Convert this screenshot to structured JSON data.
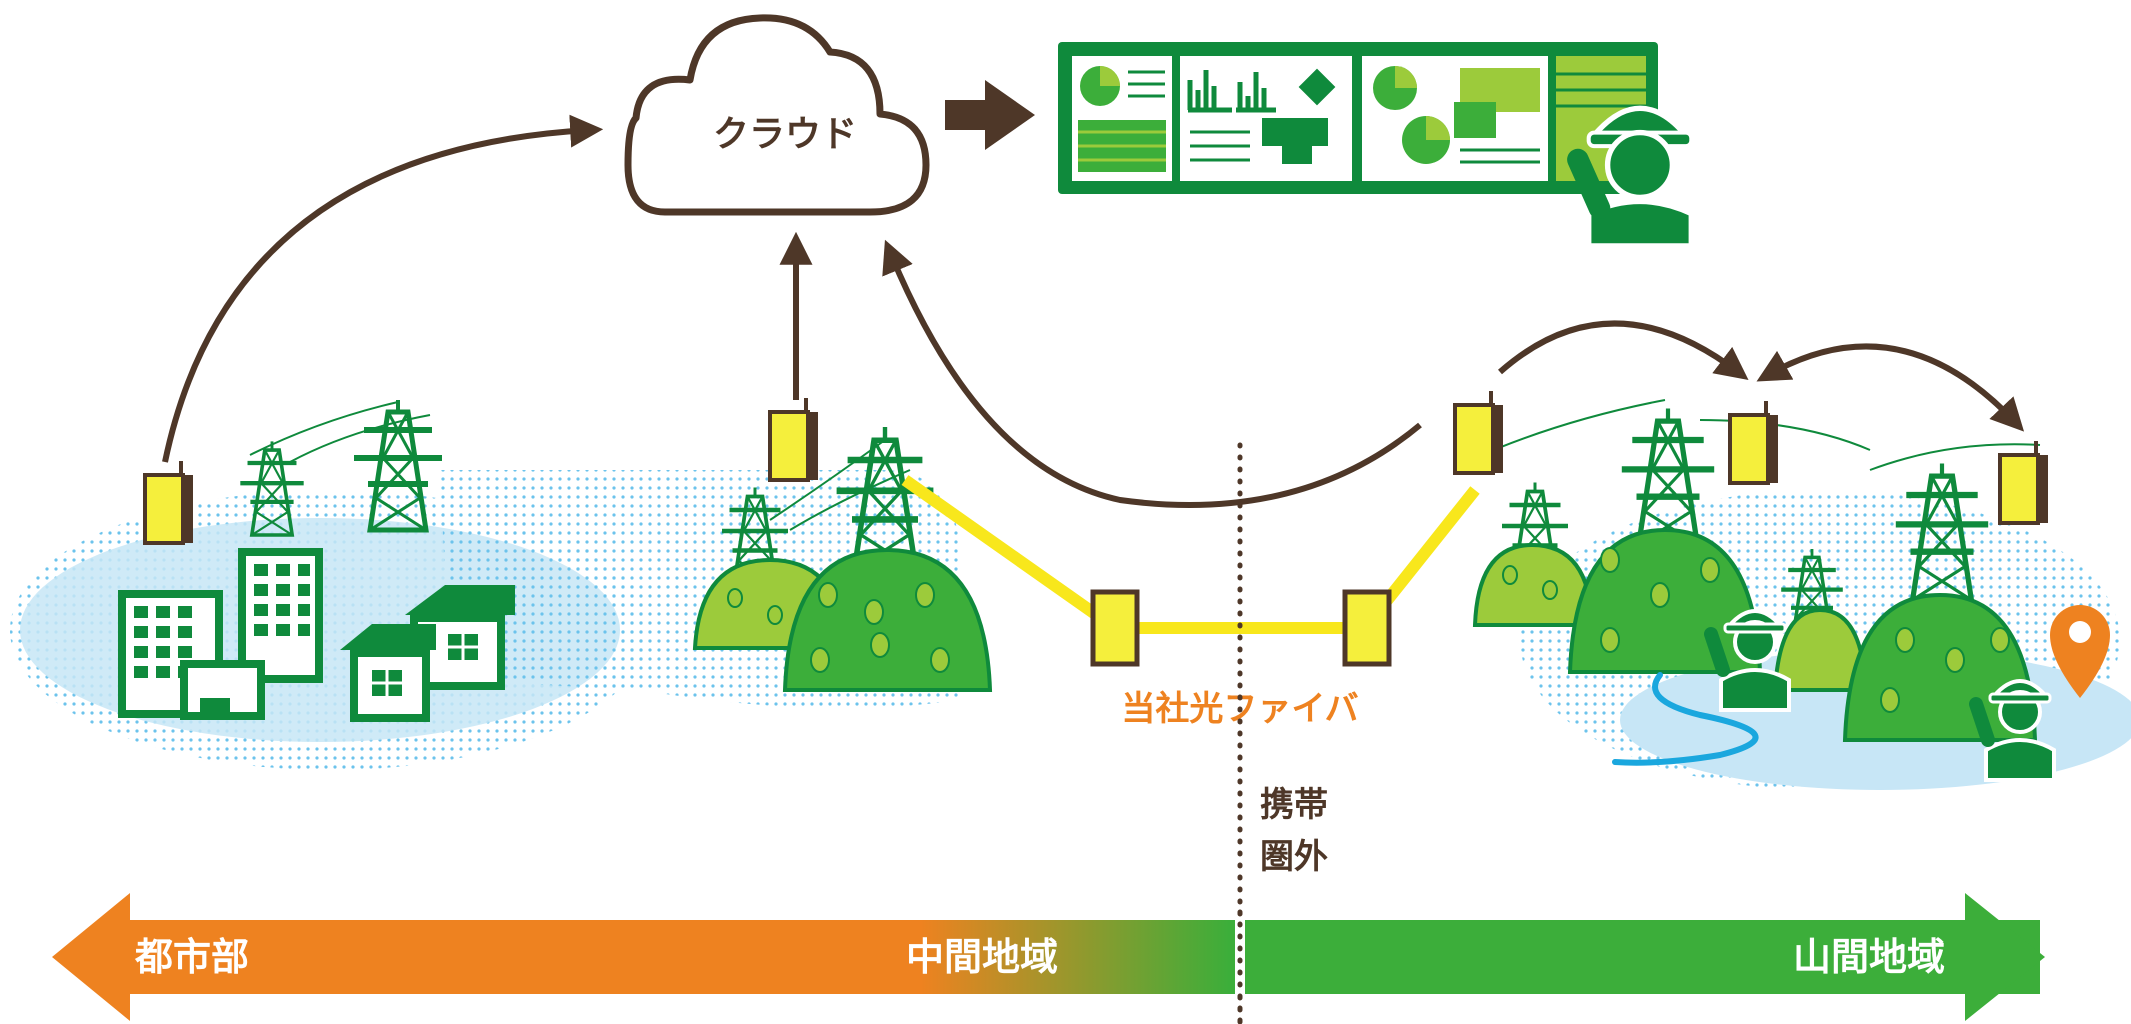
{
  "labels": {
    "cloud": "クラウド",
    "fiber": "当社光ファイバ",
    "no_coverage_line1": "携帯",
    "no_coverage_line2": "圏外"
  },
  "regions": {
    "left": "都市部",
    "middle": "中間地域",
    "right": "山間地域"
  },
  "colors": {
    "green_dark": "#0f8a3c",
    "green_mid": "#3cae3a",
    "green_light": "#9ccb3b",
    "sensor_yellow": "#f5ef3c",
    "fiber_yellow": "#f8e71c",
    "brown": "#4e3728",
    "orange": "#ee8220",
    "water_blue": "#1aa7de",
    "dot_blue": "#8fd0ee"
  }
}
